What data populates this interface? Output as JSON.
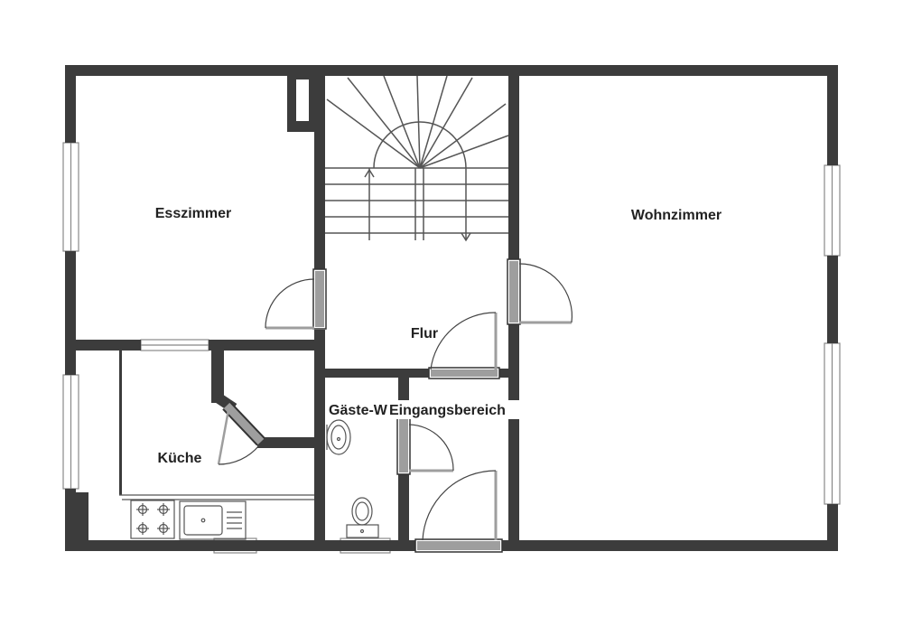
{
  "colors": {
    "wall": "#3c3c3c",
    "door_leaf": "#9e9e9e",
    "window_frame": "#888888",
    "line": "#555555",
    "background": "#ffffff"
  },
  "rooms": {
    "esszimmer": "Esszimmer",
    "wohnzimmer": "Wohnzimmer",
    "flur": "Flur",
    "gaeste_wc": "Gäste-W",
    "eingangsbereich": "Eingangsbereich",
    "kueche": "Küche"
  },
  "icons": [
    "stair-icon",
    "stove-icon",
    "sink-icon",
    "washbasin-icon",
    "toilet-icon"
  ]
}
